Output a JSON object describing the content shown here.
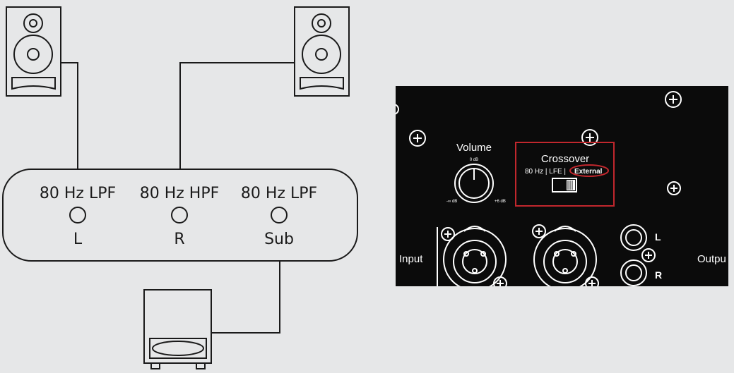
{
  "diagram": {
    "channels": [
      {
        "filter": "80 Hz LPF",
        "label": "L"
      },
      {
        "filter": "80 Hz HPF",
        "label": "R"
      },
      {
        "filter": "80 Hz LPF",
        "label": "Sub"
      }
    ],
    "icons": [
      "speaker-icon",
      "subwoofer-icon",
      "knob-icon"
    ]
  },
  "panel": {
    "volume_label": "Volume",
    "volume_min": "-∞ dB",
    "volume_mid": "0 dB",
    "volume_max": "+6 dB",
    "crossover_title": "Crossover",
    "crossover_options": "80 Hz | LFE |",
    "crossover_selected": "External",
    "input_label": "Input",
    "output_label": "Outpu",
    "jack_left": "L",
    "jack_right": "R",
    "highlight_color": "#c1272d"
  }
}
